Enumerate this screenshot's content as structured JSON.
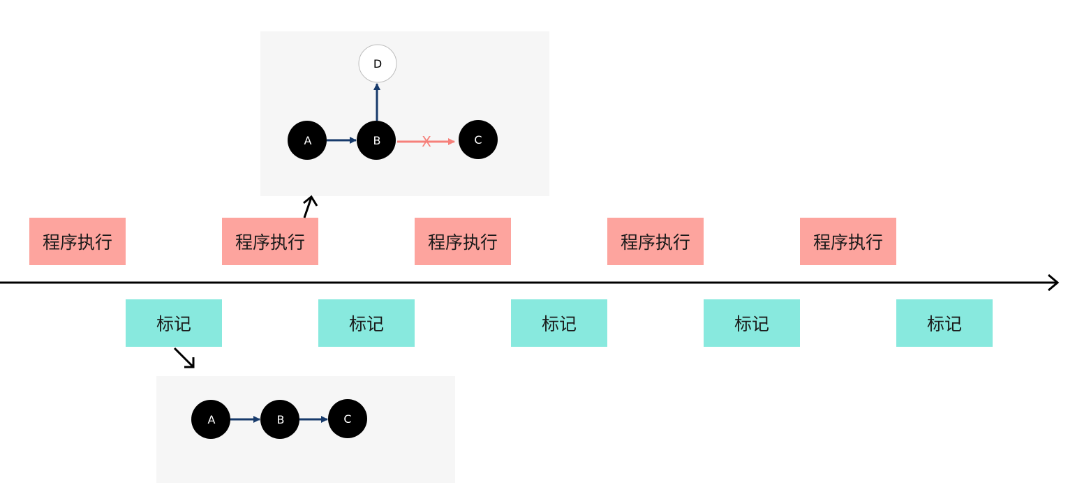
{
  "timeline": {
    "exec_boxes": [
      {
        "label": "程序执行"
      },
      {
        "label": "程序执行"
      },
      {
        "label": "程序执行"
      },
      {
        "label": "程序执行"
      },
      {
        "label": "程序执行"
      }
    ],
    "mark_boxes": [
      {
        "label": "标记"
      },
      {
        "label": "标记"
      },
      {
        "label": "标记"
      },
      {
        "label": "标记"
      },
      {
        "label": "标记"
      }
    ]
  },
  "top_graph": {
    "nodes": {
      "a": "A",
      "b": "B",
      "c": "C",
      "d": "D"
    },
    "broken_mark": "X"
  },
  "bottom_graph": {
    "nodes": {
      "a": "A",
      "b": "B",
      "c": "C"
    }
  },
  "colors": {
    "exec": "#fda49e",
    "mark": "#88e9de",
    "edge": "#173a6b",
    "broken_edge": "#f6807a",
    "panel": "#f6f6f6"
  }
}
